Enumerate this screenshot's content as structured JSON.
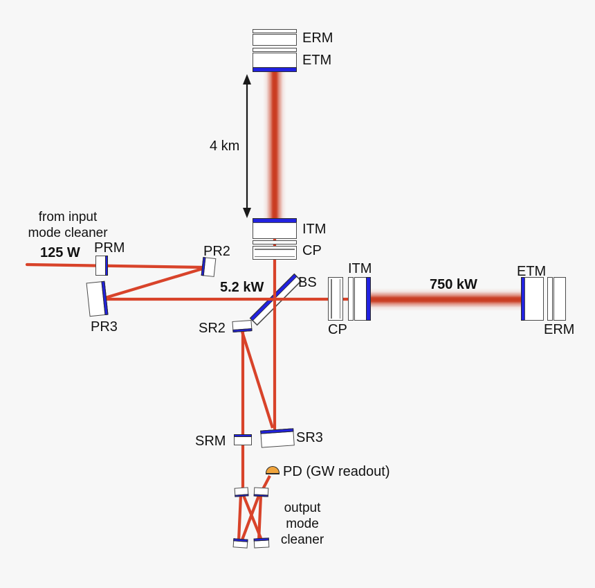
{
  "colors": {
    "beam_red": "#d8432a",
    "beam_core": "#c93a1f",
    "coating_blue": "#2222e0",
    "photodiode_orange": "#f0a43c",
    "background": "#f7f7f7",
    "text": "#111111"
  },
  "top_arm": {
    "erm_label": "ERM",
    "etm_label": "ETM",
    "length_label": "4 km",
    "itm_label": "ITM",
    "cp_label": "CP"
  },
  "input_path": {
    "source_line1": "from input",
    "source_line2": "mode cleaner",
    "power_label": "125 W",
    "prm_label": "PRM",
    "pr2_label": "PR2",
    "pr3_label": "PR3",
    "recycling_power_label": "5.2 kW"
  },
  "beamsplitter": {
    "label": "BS"
  },
  "right_arm": {
    "itm_label": "ITM",
    "cp_label": "CP",
    "power_label": "750 kW",
    "etm_label": "ETM",
    "erm_label": "ERM"
  },
  "signal_recycling": {
    "sr2_label": "SR2",
    "srm_label": "SRM",
    "sr3_label": "SR3"
  },
  "output": {
    "pd_label": "PD (GW readout)",
    "omc_line1": "output",
    "omc_line2": "mode",
    "omc_line3": "cleaner"
  }
}
